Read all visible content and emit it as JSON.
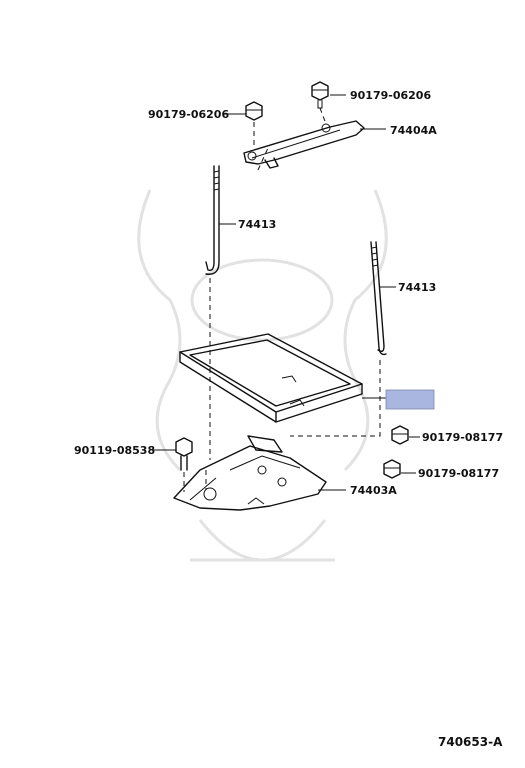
{
  "diagram_ref": "740653-A",
  "highlight_color": "#a9b6e0",
  "callouts": {
    "nut_top_right": "90179-06206",
    "nut_top_left": "90179-06206",
    "clamp_bracket": "74404A",
    "rod_left": "74413",
    "rod_right": "74413",
    "nut_mid_right": "90179-08177",
    "nut_low_right": "90179-08177",
    "bolt_left": "90119-08538",
    "carrier_bracket": "74403A"
  }
}
